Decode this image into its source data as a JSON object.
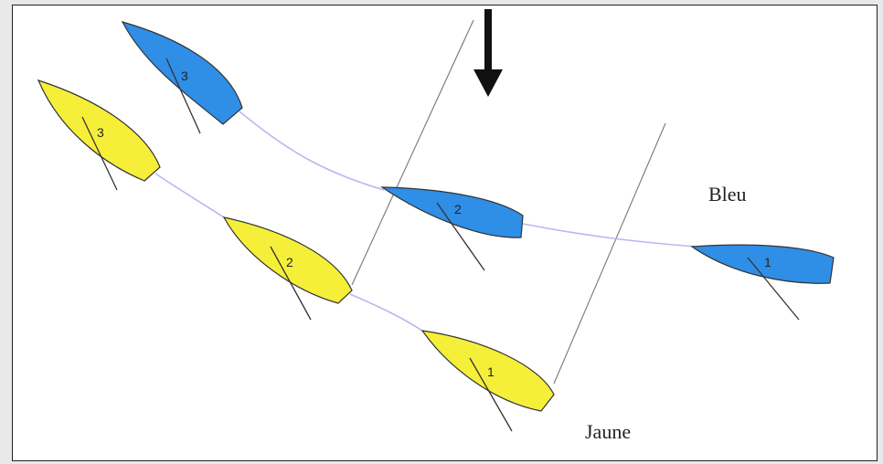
{
  "colors": {
    "blue_fill": "#2f8ee6",
    "yellow_fill": "#f6ef3a",
    "track": "#b8b8f0",
    "line": "#777777",
    "arrow": "#111111"
  },
  "labels": {
    "blue": "Bleu",
    "yellow": "Jaune"
  },
  "boats": {
    "blue": [
      {
        "number": "3"
      },
      {
        "number": "2"
      },
      {
        "number": "1"
      }
    ],
    "yellow": [
      {
        "number": "3"
      },
      {
        "number": "2"
      },
      {
        "number": "1"
      }
    ]
  },
  "icons": {
    "wind_arrow": "arrow-down-icon"
  }
}
